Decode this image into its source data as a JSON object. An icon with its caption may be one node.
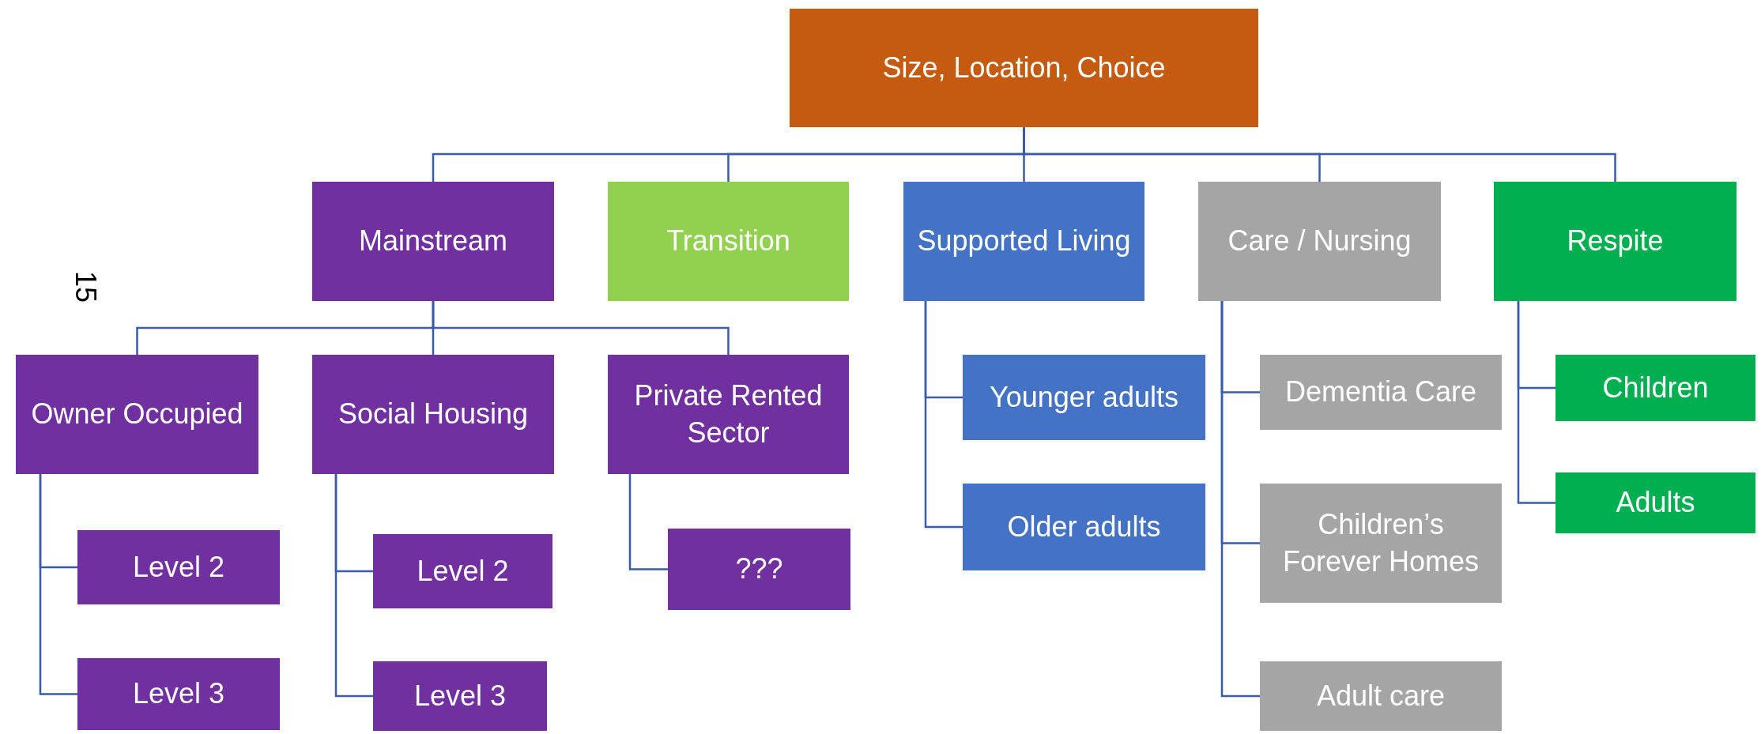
{
  "diagram": {
    "nodes": [
      {
        "text": [
          "Size, Location, Choice"
        ]
      },
      {
        "text": [
          "Mainstream"
        ]
      },
      {
        "text": [
          "Transition"
        ]
      },
      {
        "text": [
          "Supported Living"
        ]
      },
      {
        "text": [
          "Care / Nursing"
        ]
      },
      {
        "text": [
          "Respite"
        ]
      },
      {
        "text": [
          "Owner Occupied"
        ]
      },
      {
        "text": [
          "Social Housing"
        ]
      },
      {
        "text": [
          "Private Rented Sector"
        ]
      },
      {
        "text": [
          "Level 2"
        ]
      },
      {
        "text": [
          "Level 3"
        ]
      },
      {
        "text": [
          "Level 2"
        ]
      },
      {
        "text": [
          "Level 3"
        ]
      },
      {
        "text": [
          "???"
        ]
      },
      {
        "text": [
          "Younger adults"
        ]
      },
      {
        "text": [
          "Older adults"
        ]
      },
      {
        "text": [
          "Dementia Care"
        ]
      },
      {
        "text": [
          "Children’s Forever Homes"
        ]
      },
      {
        "text": [
          "Adult care"
        ]
      },
      {
        "text": [
          "Children"
        ]
      },
      {
        "text": [
          "Adults"
        ]
      }
    ],
    "edges": [
      {
        "from": 0,
        "to": 1,
        "arrow": "none"
      },
      {
        "from": 0,
        "to": 2,
        "arrow": "none"
      },
      {
        "from": 0,
        "to": 3,
        "arrow": "none"
      },
      {
        "from": 0,
        "to": 4,
        "arrow": "none"
      },
      {
        "from": 0,
        "to": 5,
        "arrow": "none"
      },
      {
        "from": 1,
        "to": 6,
        "arrow": "none"
      },
      {
        "from": 1,
        "to": 7,
        "arrow": "none"
      },
      {
        "from": 1,
        "to": 8,
        "arrow": "none"
      },
      {
        "from": 6,
        "to": 9,
        "arrow": "none"
      },
      {
        "from": 6,
        "to": 10,
        "arrow": "none"
      },
      {
        "from": 7,
        "to": 11,
        "arrow": "none"
      },
      {
        "from": 7,
        "to": 12,
        "arrow": "none"
      },
      {
        "from": 8,
        "to": 13,
        "arrow": "none"
      },
      {
        "from": 3,
        "to": 14,
        "arrow": "none"
      },
      {
        "from": 3,
        "to": 15,
        "arrow": "none"
      },
      {
        "from": 4,
        "to": 16,
        "arrow": "none"
      },
      {
        "from": 4,
        "to": 17,
        "arrow": "none"
      },
      {
        "from": 4,
        "to": 18,
        "arrow": "none"
      },
      {
        "from": 5,
        "to": 19,
        "arrow": "none"
      },
      {
        "from": 5,
        "to": 20,
        "arrow": "none"
      }
    ],
    "labels": [
      "15"
    ]
  }
}
